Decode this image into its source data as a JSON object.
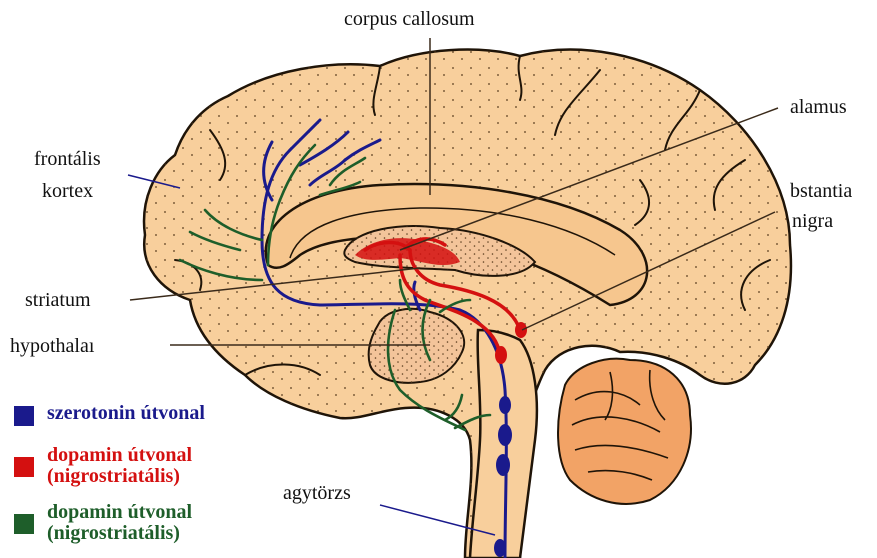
{
  "labels": {
    "corpus_callosum": "corpus callosum",
    "thalamus": "alamus",
    "frontal_cortex_1": "frontális",
    "frontal_cortex_2": "kortex",
    "substantia_nigra_1": "bstantia",
    "substantia_nigra_2": "nigra",
    "striatum": "striatum",
    "hypothalamus": "hypothalaı",
    "brainstem": "agytörzs"
  },
  "legend": [
    {
      "line1": "szerotonin útvonal",
      "line2": "",
      "color": "#1a1a8c"
    },
    {
      "line1": "dopamin útvonal",
      "line2": "(nigrostriatális)",
      "color": "#d41010"
    },
    {
      "line1": "dopamin útvonal",
      "line2": "(nigrostriatális)",
      "color": "#1e5e2a"
    }
  ],
  "colors": {
    "brain_fill": "#f8cf9c",
    "brain_outline": "#1f1408",
    "cerebellum_fill": "#f2a366",
    "serotonin": "#1a1a8c",
    "dopamine_red": "#d41010",
    "dopamine_green": "#1e5e2a"
  }
}
